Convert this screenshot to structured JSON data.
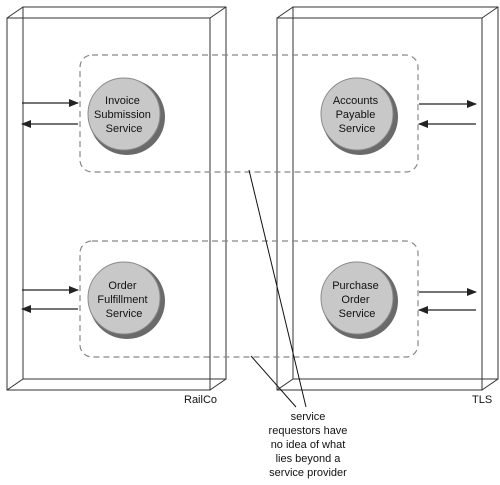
{
  "boxes": {
    "left_label": "RailCo",
    "right_label": "TLS"
  },
  "services": {
    "invoice": [
      "Invoice",
      "Submission",
      "Service"
    ],
    "order_fulfillment": [
      "Order",
      "Fulfillment",
      "Service"
    ],
    "accounts_payable": [
      "Accounts",
      "Payable",
      "Service"
    ],
    "purchase_order": [
      "Purchase",
      "Order",
      "Service"
    ]
  },
  "annotation": [
    "service",
    "requestors have",
    "no idea of what",
    "lies beyond a",
    "service provider"
  ],
  "colors": {
    "line": "#222222",
    "circle_fill": "#c8c8c8",
    "circle_shadow": "#6a6a6a",
    "dashed": "#888888"
  }
}
